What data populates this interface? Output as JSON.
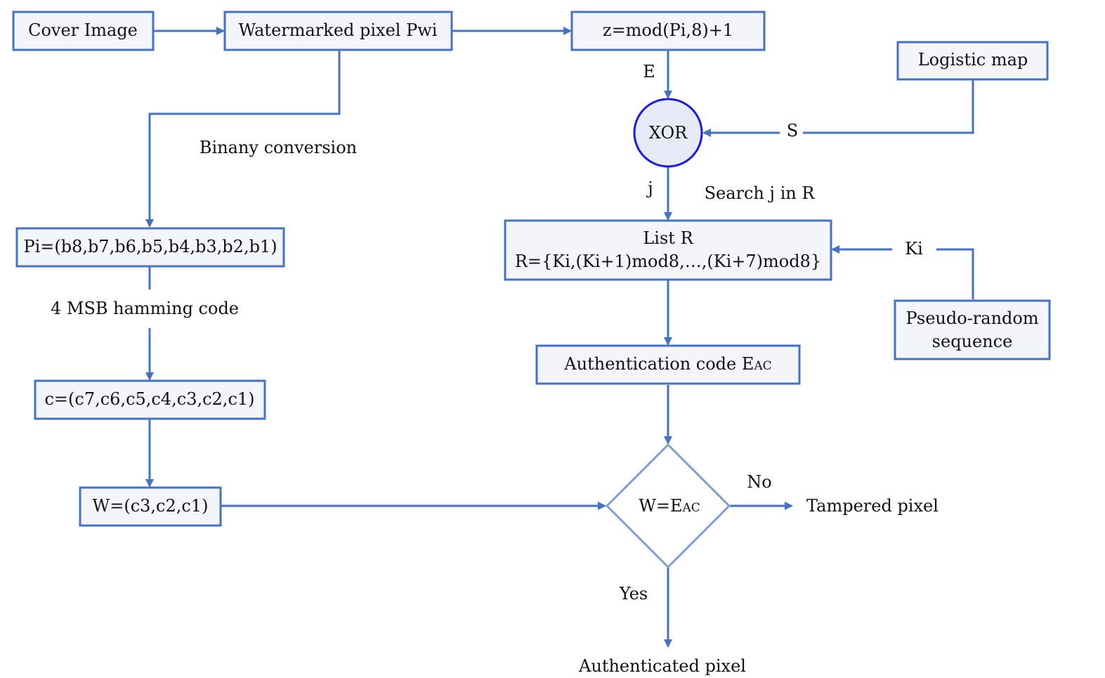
{
  "nodes": {
    "cover_image": "Cover Image",
    "watermarked_pixel": "Watermarked pixel Pwi",
    "z_formula": "z=mod(Pi,8)+1",
    "logistic_map": "Logistic map",
    "xor": "XOR",
    "pi_bits": "Pi=(b8,b7,b6,b5,b4,b3,b2,b1)",
    "list_r_title": "List R",
    "list_r_formula": "R={Ki,(Ki+1)mod8,…,(Ki+7)mod8}",
    "pseudo_random_line1": "Pseudo-random",
    "pseudo_random_line2": "sequence",
    "c_bits": "c=(c7,c6,c5,c4,c3,c2,c1)",
    "auth_code_main": "Authentication code E",
    "auth_code_sub": "AC",
    "w_bits": "W=(c3,c2,c1)",
    "decision_main": "W=E",
    "decision_sub": "AC"
  },
  "labels": {
    "binary_conversion": "Binany conversion",
    "e": "E",
    "s": "S",
    "j": "j",
    "search": "Search j in R",
    "ki": "Ki",
    "msb_hamming": "4 MSB hamming code",
    "no": "No",
    "yes": "Yes",
    "tampered": "Tampered pixel",
    "authenticated": "Authenticated pixel"
  },
  "colors": {
    "stroke": "#4472c4",
    "box_fill": "#f3f5fa",
    "xor_stroke": "#1a1ae6",
    "xor_fill": "#e6ebf7",
    "diamond_stroke": "#7f9fd4"
  }
}
